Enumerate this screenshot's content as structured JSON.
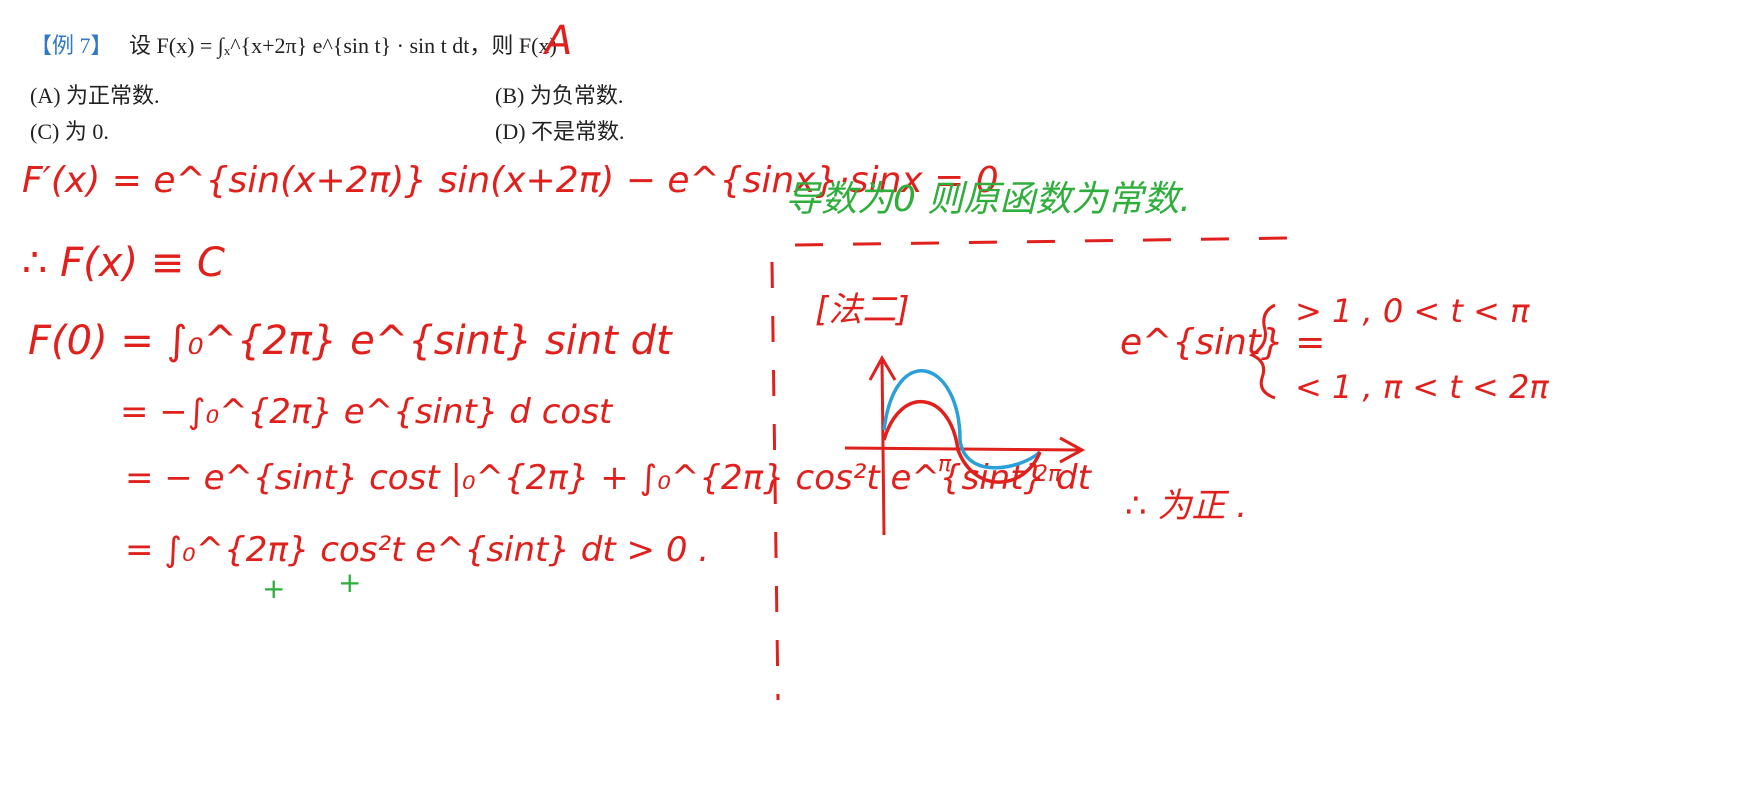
{
  "question": {
    "tag": "【例 7】",
    "stem": "设 F(x) = ∫ₓ^{x+2π} e^{sin t} · sin t dt，则 F(x)",
    "handwritten_answer": "A",
    "options": [
      {
        "key": "A",
        "text": "(A) 为正常数."
      },
      {
        "key": "B",
        "text": "(B) 为负常数."
      },
      {
        "key": "C",
        "text": "(C) 为 0."
      },
      {
        "key": "D",
        "text": "(D) 不是常数."
      }
    ]
  },
  "solution1": {
    "line1": "F′(x) = e^{sin(x+2π)} sin(x+2π) − e^{sinx}·sinx = 0",
    "note": "导数为0 则原函数为常数.",
    "line2": "∴ F(x) ≡ C",
    "line3": "F(0) = ∫₀^{2π} e^{sint} sint dt",
    "line4": "= −∫₀^{2π} e^{sint} d cost",
    "line5": "= − e^{sint} cost |₀^{2π} + ∫₀^{2π} cos²t e^{sint} dt",
    "line6": "= ∫₀^{2π} cos²t e^{sint} dt > 0 .",
    "sign1": "+",
    "sign2": "+"
  },
  "solution2": {
    "label": "[法二]",
    "case_lhs": "e^{sint} =",
    "case1": "> 1 ,  0 < t < π",
    "case2": "< 1 ,  π < t < 2π",
    "conclusion": "∴ 为正 .",
    "graph_labels": {
      "pi": "π",
      "two_pi": "2π"
    }
  },
  "colors": {
    "red": "#e0201c",
    "green": "#2fae3c",
    "blue": "#2a9fd8",
    "tag": "#2f78c4"
  }
}
